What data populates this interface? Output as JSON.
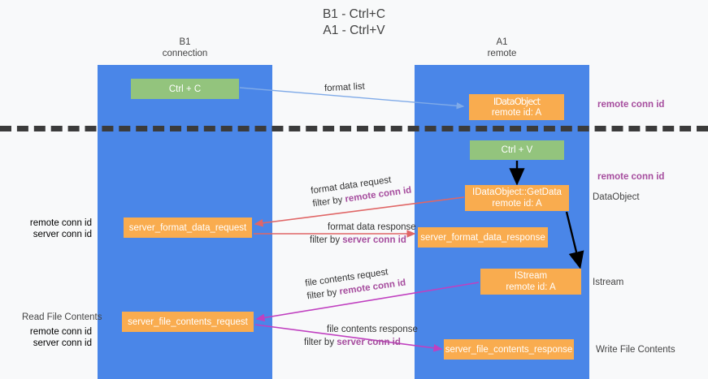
{
  "title": {
    "line1": "B1 - Ctrl+C",
    "line2": "A1 - Ctrl+V"
  },
  "columns": [
    {
      "id": "b1",
      "name": "B1",
      "role": "connection"
    },
    {
      "id": "a1",
      "name": "A1",
      "role": "remote"
    }
  ],
  "nodes": [
    {
      "id": "ctrl-c",
      "label": "Ctrl + C",
      "sub": "",
      "color": "#93c47d"
    },
    {
      "id": "idataobject",
      "label": "IDataObject",
      "sub": "remote id: A",
      "color": "#f9ac4f"
    },
    {
      "id": "ctrl-v",
      "label": "Ctrl + V",
      "sub": "",
      "color": "#93c47d"
    },
    {
      "id": "getdata",
      "label": "IDataObject::GetData",
      "sub": "remote id: A",
      "color": "#f9ac4f"
    },
    {
      "id": "fmt-req",
      "label": "server_format_data_request",
      "sub": "",
      "color": "#f9ac4f"
    },
    {
      "id": "fmt-resp",
      "label": "server_format_data_response",
      "sub": "",
      "color": "#f9ac4f"
    },
    {
      "id": "istream",
      "label": "IStream",
      "sub": "remote id: A",
      "color": "#f9ac4f"
    },
    {
      "id": "file-req",
      "label": "server_file_contents_request",
      "sub": "",
      "color": "#f9ac4f"
    },
    {
      "id": "file-resp",
      "label": "server_file_contents_response",
      "sub": "",
      "color": "#f9ac4f"
    }
  ],
  "edges": [
    {
      "id": "format-list",
      "line1": "format list",
      "line2": "",
      "key": "",
      "color": "#a4c2f4"
    },
    {
      "id": "fmt-req",
      "line1": "format data request",
      "line2": "filter by ",
      "key": "remote conn id",
      "color": "#e06666"
    },
    {
      "id": "fmt-resp",
      "line1": "format data response",
      "line2": "filter by ",
      "key": "server conn id",
      "color": "#e06666"
    },
    {
      "id": "file-req",
      "line1": "file contents request",
      "line2": "filter by ",
      "key": "remote conn id",
      "color": "#c040c0"
    },
    {
      "id": "file-resp",
      "line1": "file contents response",
      "line2": "filter by ",
      "key": "server conn id",
      "color": "#c040c0"
    }
  ],
  "annotations": {
    "remote_conn_id": "remote conn id",
    "server_conn_id": "server conn id",
    "dataobject": "DataObject",
    "istream": "Istream",
    "read_file_contents": "Read File Contents",
    "write_file_contents": "Write File Contents"
  },
  "colors": {
    "band": "#4a86e8",
    "green_node": "#93c47d",
    "orange_node": "#f9ac4f",
    "purple_key": "#a64d9e",
    "green_key": "#6aa84f",
    "red_arrow": "#e06666",
    "magenta_arrow": "#c040c0",
    "blue_arrow": "#a4c2f4",
    "black_arrow": "#000000",
    "divider": "#3b3b3b",
    "background": "#f8f9fa"
  }
}
